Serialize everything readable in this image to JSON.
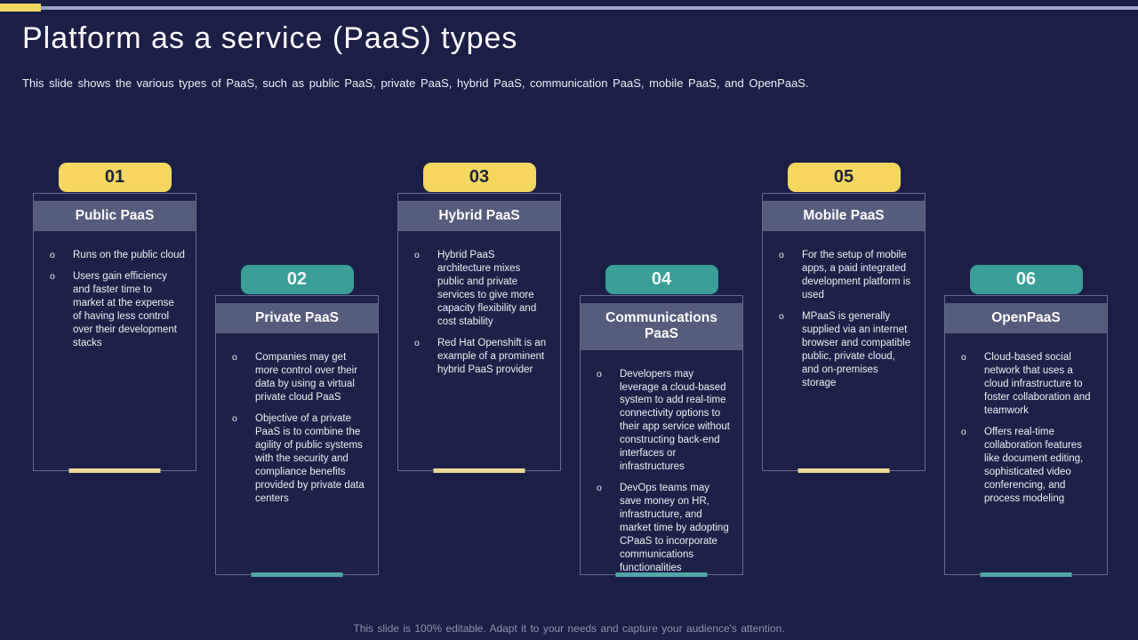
{
  "colors": {
    "background": "#1b1f47",
    "accent_yellow": "#f5d75f",
    "accent_teal": "#3a9e99",
    "header_bar": "#565c7d",
    "top_line": "#9aa2c6"
  },
  "header": {
    "title": "Platform as a service (PaaS) types",
    "subtitle": "This slide shows the various types of PaaS, such as public PaaS, private PaaS, hybrid PaaS, communication PaaS, mobile PaaS, and OpenPaaS."
  },
  "bullet_marker": "o",
  "cards": [
    {
      "number": "01",
      "title": "Public PaaS",
      "color": "yellow",
      "bullets": [
        "Runs on the public cloud",
        "Users gain efficiency and faster time to market at the expense of having less control over their development stacks"
      ]
    },
    {
      "number": "02",
      "title": "Private PaaS",
      "color": "teal",
      "bullets": [
        "Companies may get more control over their data by using a virtual private cloud PaaS",
        "Objective of a private PaaS is to combine the agility of public systems with the security and compliance benefits provided by private data centers"
      ]
    },
    {
      "number": "03",
      "title": "Hybrid PaaS",
      "color": "yellow",
      "bullets": [
        "Hybrid PaaS architecture mixes public and private services to give more capacity flexibility and cost stability",
        "Red Hat Openshift is an example of a prominent hybrid PaaS provider"
      ]
    },
    {
      "number": "04",
      "title": "Communications PaaS",
      "color": "teal",
      "bullets": [
        "Developers may leverage a cloud-based system to add real-time connectivity options to their app service without constructing back-end interfaces or infrastructures",
        "DevOps teams may save money on HR, infrastructure, and market time by adopting CPaaS to incorporate communications functionalities"
      ]
    },
    {
      "number": "05",
      "title": "Mobile PaaS",
      "color": "yellow",
      "bullets": [
        "For the setup of mobile apps, a paid integrated development platform is used",
        "MPaaS is generally supplied via an internet browser and compatible public, private cloud, and on-premises storage"
      ]
    },
    {
      "number": "06",
      "title": "OpenPaaS",
      "color": "teal",
      "bullets": [
        "Cloud-based social network that uses a cloud infrastructure to foster collaboration and teamwork",
        "Offers real-time collaboration features like document editing, sophisticated video conferencing, and process modeling"
      ]
    }
  ],
  "footer": {
    "note": "This slide is 100% editable. Adapt it to your needs and capture your audience's attention."
  }
}
